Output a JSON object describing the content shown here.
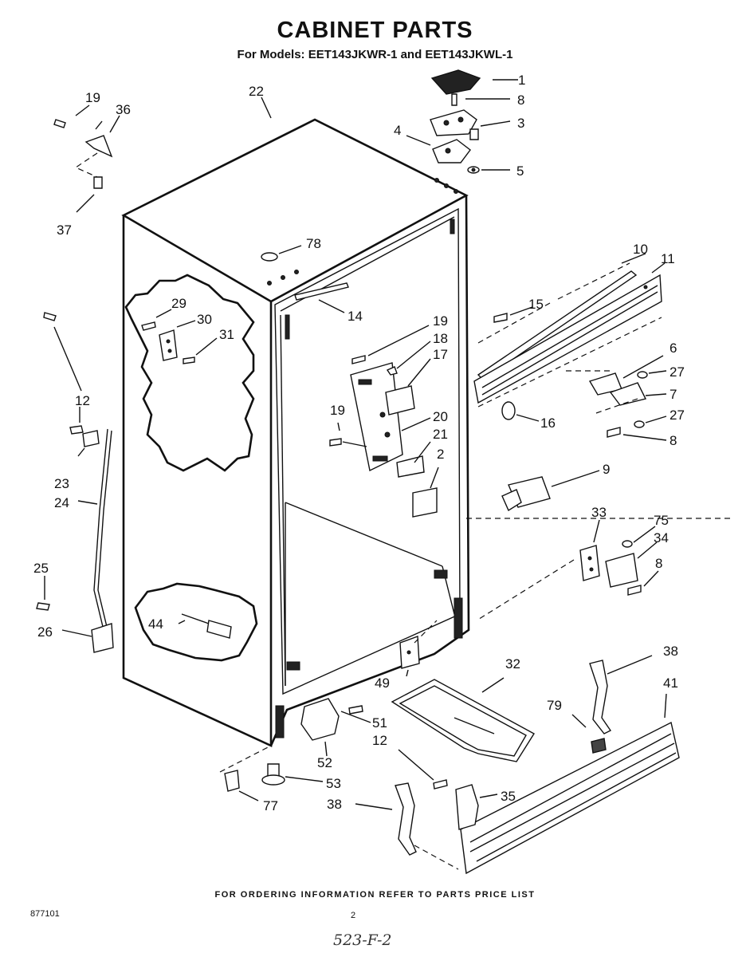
{
  "title": "CABINET PARTS",
  "subtitle": "For Models: EET143JKWR-1 and EET143JKWL-1",
  "footer_note": "FOR ORDERING INFORMATION REFER TO PARTS PRICE LIST",
  "doc_number": "877101",
  "page_number": "2",
  "handwritten_note": "523-F-2",
  "callouts": {
    "c1": "1",
    "c8a": "8",
    "c3": "3",
    "c4": "4",
    "c5": "5",
    "c19a": "19",
    "c36": "36",
    "c37": "37",
    "c22": "22",
    "c78": "78",
    "c29": "29",
    "c30": "30",
    "c31": "31",
    "c14": "14",
    "c10": "10",
    "c11": "11",
    "c15": "15",
    "c19b": "19",
    "c18": "18",
    "c17": "17",
    "c6": "6",
    "c27a": "27",
    "c7": "7",
    "c27b": "27",
    "c8b": "8",
    "c12a": "12",
    "c19c": "19",
    "c20": "20",
    "c21": "21",
    "c2": "2",
    "c16": "16",
    "c23": "23",
    "c24": "24",
    "c9": "9",
    "c33": "33",
    "c75": "75",
    "c34": "34",
    "c8c": "8",
    "c25": "25",
    "c26": "26",
    "c44": "44",
    "c38a": "38",
    "c32": "32",
    "c41": "41",
    "c49": "49",
    "c79": "79",
    "c51": "51",
    "c12b": "12",
    "c52": "52",
    "c53": "53",
    "c35": "35",
    "c77": "77",
    "c38b": "38"
  }
}
